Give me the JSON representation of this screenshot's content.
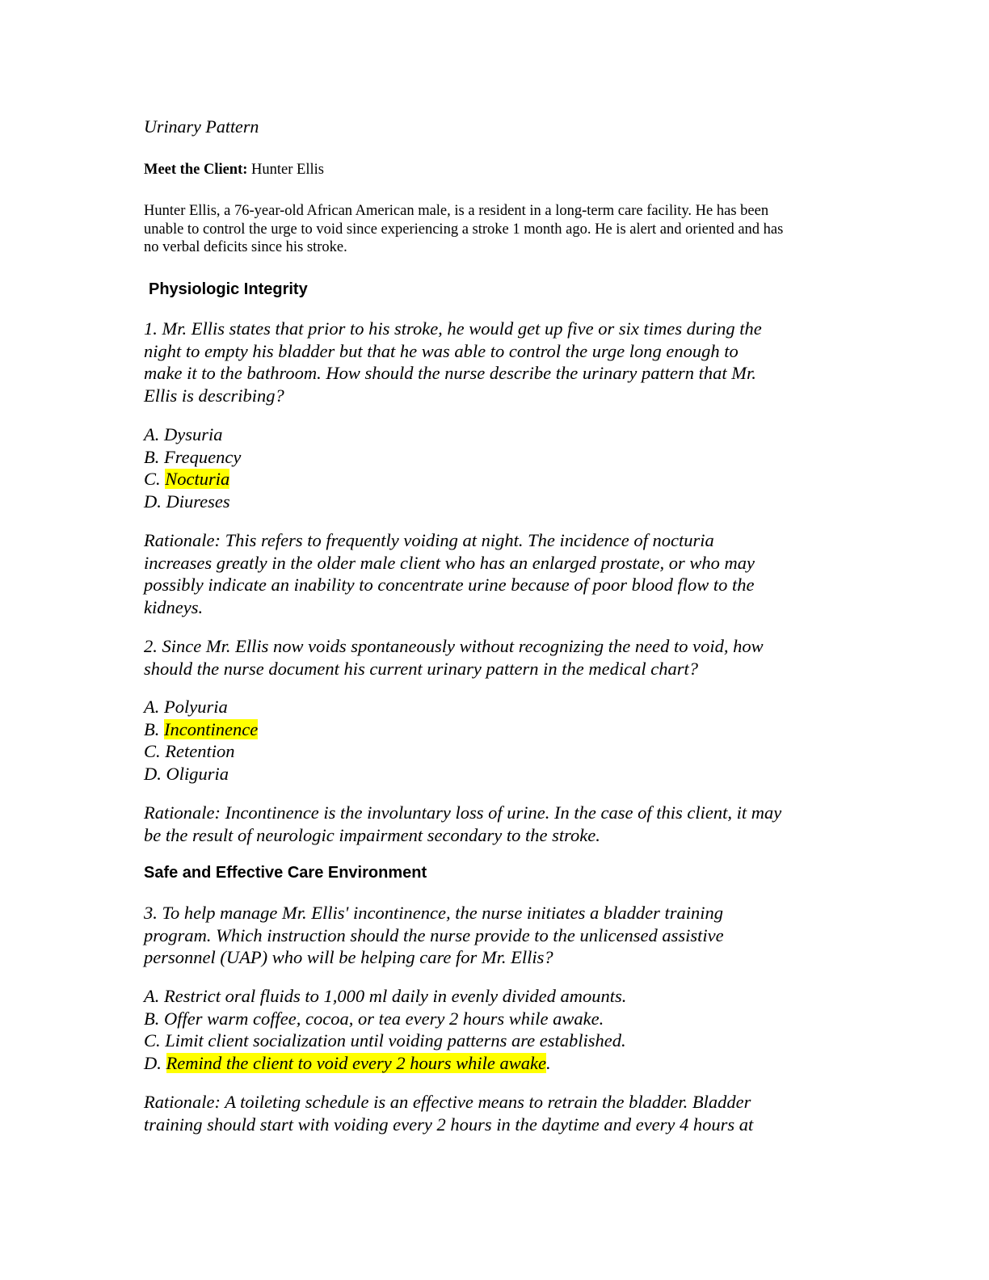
{
  "title": "Urinary Pattern",
  "meet": {
    "label": "Meet the Client:",
    "name": "Hunter Ellis"
  },
  "intro": [
    "Hunter Ellis, a 76-year-old African American male, is a resident in a long-term care facility. He has been",
    "unable to control the urge to void since experiencing a stroke 1 month ago. He is alert and oriented and has",
    "no verbal deficits since his stroke."
  ],
  "section1": "Physiologic Integrity",
  "q1": {
    "lines": [
      "1. Mr. Ellis states that prior to his stroke, he would get up five or six times during the",
      "night to empty his bladder but that he was able to control the urge long enough to",
      "make it to the bathroom. How should the nurse describe the urinary pattern that Mr.",
      "Ellis is describing?"
    ],
    "options": [
      {
        "prefix": "A. ",
        "text": "Dysuria",
        "correct": false
      },
      {
        "prefix": "B. ",
        "text": "Frequency",
        "correct": false
      },
      {
        "prefix": "C. ",
        "text": "Nocturia",
        "correct": true
      },
      {
        "prefix": "D. ",
        "text": "Diureses",
        "correct": false
      }
    ],
    "rationale": [
      "Rationale: This refers to frequently voiding at night. The incidence of nocturia",
      "increases greatly in the older male client who has an enlarged prostate, or who may",
      "possibly indicate an inability to concentrate urine because of poor blood flow to the",
      "kidneys."
    ]
  },
  "q2": {
    "lines": [
      "2. Since Mr. Ellis now voids spontaneously without recognizing the need to void, how",
      "should the nurse document his current urinary pattern in the medical chart?"
    ],
    "options": [
      {
        "prefix": "A. ",
        "text": "Polyuria",
        "correct": false
      },
      {
        "prefix": "B. ",
        "text": "Incontinence",
        "correct": true
      },
      {
        "prefix": "C. ",
        "text": "Retention",
        "correct": false
      },
      {
        "prefix": "D. ",
        "text": "Oliguria",
        "correct": false
      }
    ],
    "rationale": [
      "Rationale: Incontinence is the involuntary loss of urine. In the case of this client, it may",
      "be the result of neurologic impairment secondary to the stroke."
    ]
  },
  "section2": "Safe and Effective Care Environment",
  "q3": {
    "lines": [
      "3. To help manage Mr. Ellis' incontinence, the nurse initiates a bladder training",
      "program. Which instruction should the nurse provide to the unlicensed assistive",
      "personnel (UAP) who will be helping care for Mr. Ellis?"
    ],
    "options": [
      {
        "prefix": "A. ",
        "text": "Restrict oral fluids to 1,000 ml daily in evenly divided amounts.",
        "correct": false
      },
      {
        "prefix": "B. ",
        "text": "Offer warm coffee, cocoa, or tea every 2 hours while awake.",
        "correct": false
      },
      {
        "prefix": "C. ",
        "text": "Limit client socialization until voiding patterns are established.",
        "correct": false
      },
      {
        "prefix": "D. ",
        "text": "Remind the client to void every 2 hours while awake",
        "suffix": ".",
        "correct": true
      }
    ],
    "rationale": [
      "Rationale: A toileting schedule is an effective means to retrain the bladder. Bladder",
      "training should start with voiding every 2 hours in the daytime and every 4 hours at"
    ]
  },
  "colors": {
    "highlight": "#ffff00"
  }
}
